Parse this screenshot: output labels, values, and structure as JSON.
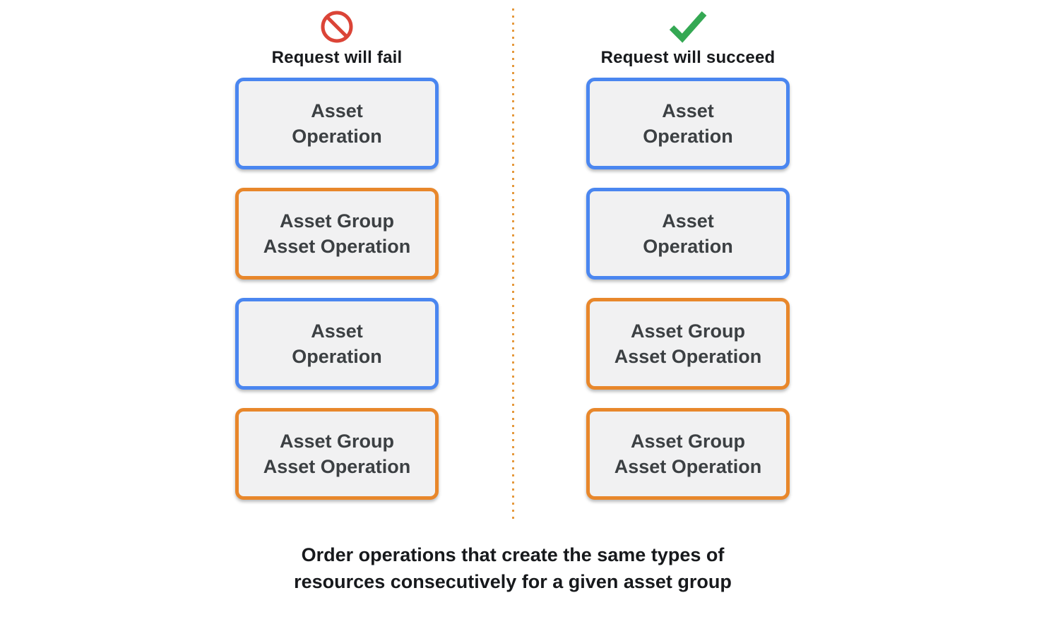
{
  "colors": {
    "blue": "#4a86f0",
    "orange": "#e8872b",
    "red": "#db4437",
    "green": "#34a853",
    "box_bg": "#f1f1f2",
    "text": "#3c4043",
    "divider": "#e5993d"
  },
  "fail_column": {
    "heading": "Request will fail",
    "icon": "prohibition-icon",
    "boxes": [
      {
        "type": "asset_operation",
        "label": "Asset\nOperation"
      },
      {
        "type": "asset_group_asset_operation",
        "label": "Asset Group\nAsset Operation"
      },
      {
        "type": "asset_operation",
        "label": "Asset\nOperation"
      },
      {
        "type": "asset_group_asset_operation",
        "label": "Asset Group\nAsset Operation"
      }
    ]
  },
  "succeed_column": {
    "heading": "Request will succeed",
    "icon": "checkmark-icon",
    "boxes": [
      {
        "type": "asset_operation",
        "label": "Asset\nOperation"
      },
      {
        "type": "asset_operation",
        "label": "Asset\nOperation"
      },
      {
        "type": "asset_group_asset_operation",
        "label": "Asset Group\nAsset Operation"
      },
      {
        "type": "asset_group_asset_operation",
        "label": "Asset Group\nAsset Operation"
      }
    ]
  },
  "caption": "Order operations that create the same types of\nresources consecutively for a given asset group"
}
